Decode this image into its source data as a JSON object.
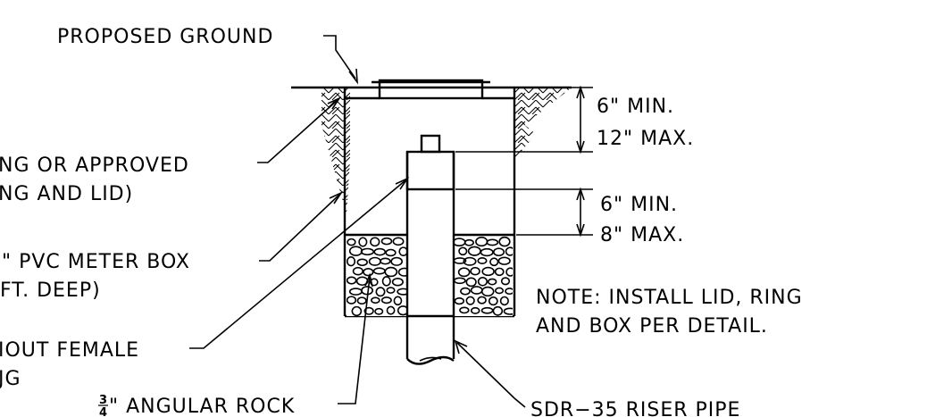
{
  "labels": {
    "proposed_ground": "PROPOSED GROUND",
    "lid_line1": "NG OR APPROVED",
    "lid_line2": "NG AND LID)",
    "box_line1": "\" PVC METER BOX",
    "box_line2": "FT. DEEP)",
    "cleanout_line1": "IOUT FEMALE",
    "cleanout_line2": "JG",
    "rock_fraction_num": "3",
    "rock_fraction_den": "4",
    "rock_text": "\" ANGULAR ROCK",
    "riser": "SDR−35 RISER PIPE",
    "dim1_min": "6\" MIN.",
    "dim1_max": "12\" MAX.",
    "dim2_min": "6\" MIN.",
    "dim2_max": "8\" MAX.",
    "note_line1": "NOTE:   INSTALL LID, RING",
    "note_line2": "AND BOX PER DETAIL."
  }
}
